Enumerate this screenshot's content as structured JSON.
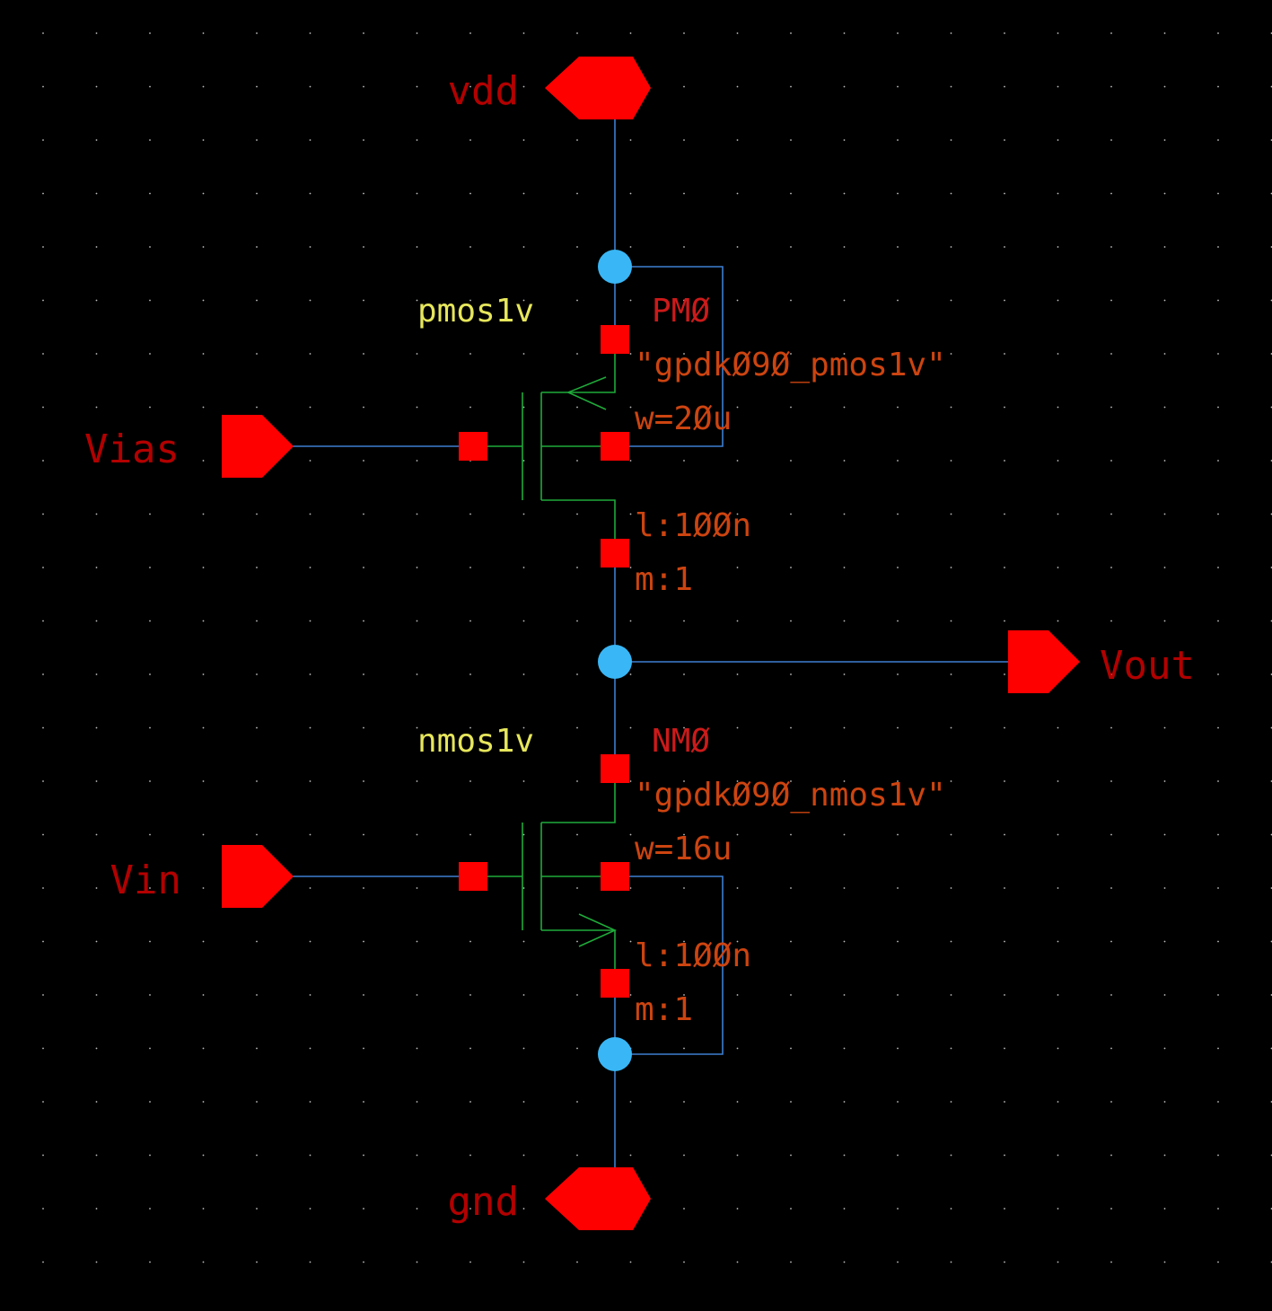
{
  "pins": {
    "vdd": "vdd",
    "gnd": "gnd",
    "vias": "Vias",
    "vin": "Vin",
    "vout": "Vout"
  },
  "pmos": {
    "model": "pmos1v",
    "instance": "PMØ",
    "cell": "\"gpdkØ9Ø_pmos1v\"",
    "w": "w=2Øu",
    "l": "l:1ØØn",
    "m": "m:1"
  },
  "nmos": {
    "model": "nmos1v",
    "instance": "NMØ",
    "cell": "\"gpdkØ9Ø_nmos1v\"",
    "w": "w=16u",
    "l": "l:1ØØn",
    "m": "m:1"
  },
  "colors": {
    "background": "#000000",
    "wire": "#3d7fd1",
    "device": "#1faa3a",
    "pin": "#ff0000",
    "junction": "#39b6f5",
    "model_label": "#e6e65c",
    "param_label": "#cc4410"
  }
}
